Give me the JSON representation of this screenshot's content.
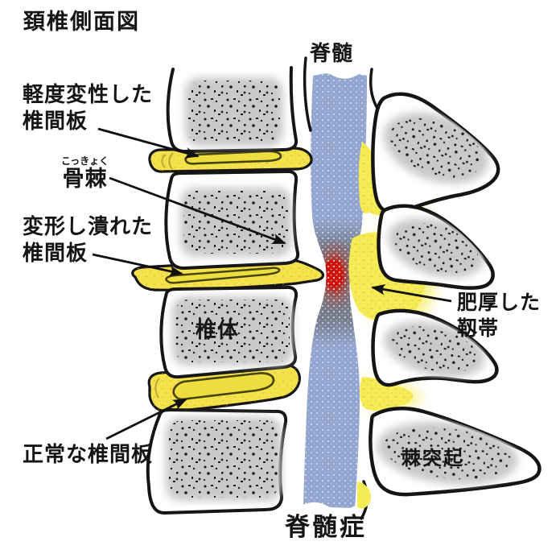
{
  "figure": {
    "title": "頚椎側面図",
    "caption": "脊髄症"
  },
  "labels": {
    "spinal_cord": "脊髄",
    "mild_degenerated_disc": [
      "軽度変性した",
      "椎間板"
    ],
    "bone_spur": {
      "furigana": "こっきょく",
      "text": "骨棘"
    },
    "crushed_disc": [
      "変形し潰れた",
      "椎間板"
    ],
    "vertebral_body": "椎体",
    "normal_disc": "正常な椎間板",
    "thickened_ligament": [
      "肥厚した",
      "靱帯"
    ],
    "spinous_process": "棘突起"
  },
  "colors": {
    "background": "#ffffff",
    "outline_black": "#151515",
    "spinal_cord_blue": "#93a4cf",
    "compression_red": "#d40d04",
    "compression_gray": "#6e6e73",
    "disc_yellow": "#f3e24b",
    "disc_nucleus_outline": "#45420a",
    "ligament_yellow": "#f5ec55",
    "bone_fill": "#ffffff",
    "bone_marrow_gray": "#c9c9c9",
    "speckle": "#1c1c1c"
  }
}
